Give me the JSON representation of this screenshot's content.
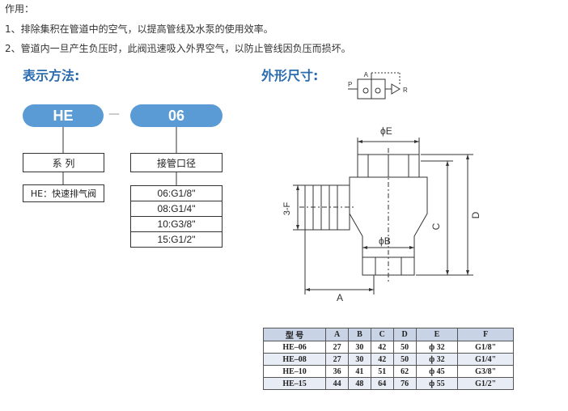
{
  "intro": {
    "label": "作用：",
    "items": [
      "1、排除集积在管道中的空气，以提高管线及水泵的使用效率。",
      "2、管道内一旦产生负压时，此阀迅速吸入外界空气，以防止管线因负压而损坏。"
    ]
  },
  "notation": {
    "heading": "表示方法:",
    "series_code": "HE",
    "dash": "—",
    "size_code": "06",
    "series_label": "系  列",
    "size_label": "接管口径",
    "series_value": "HE：快速排气阀",
    "sizes": [
      "06:G1/8\"",
      "08:G1/4\"",
      "10:G3/8\"",
      "15:G1/2\""
    ]
  },
  "dimensions": {
    "heading": "外形尺寸:",
    "symbol": {
      "a": "A",
      "p": "P",
      "r": "R"
    },
    "labels": {
      "e": "ϕE",
      "b": "ϕB",
      "f": "3-F",
      "a": "A",
      "c": "C",
      "d": "D"
    }
  },
  "spec_table": {
    "headers": [
      "型  号",
      "A",
      "B",
      "C",
      "D",
      "E",
      "F"
    ],
    "rows": [
      [
        "HE–06",
        "27",
        "30",
        "42",
        "50",
        "ф 32",
        "G1/8\""
      ],
      [
        "HE–08",
        "27",
        "30",
        "42",
        "50",
        "ф 32",
        "G1/4\""
      ],
      [
        "HE–10",
        "36",
        "41",
        "51",
        "62",
        "ф 45",
        "G3/8\""
      ],
      [
        "HE–15",
        "44",
        "48",
        "64",
        "76",
        "ф 55",
        "G1/2\""
      ]
    ]
  },
  "colors": {
    "accent": "#2b6cb0",
    "pill": "#5b9bd5",
    "table_header": "#c8d4e6"
  }
}
